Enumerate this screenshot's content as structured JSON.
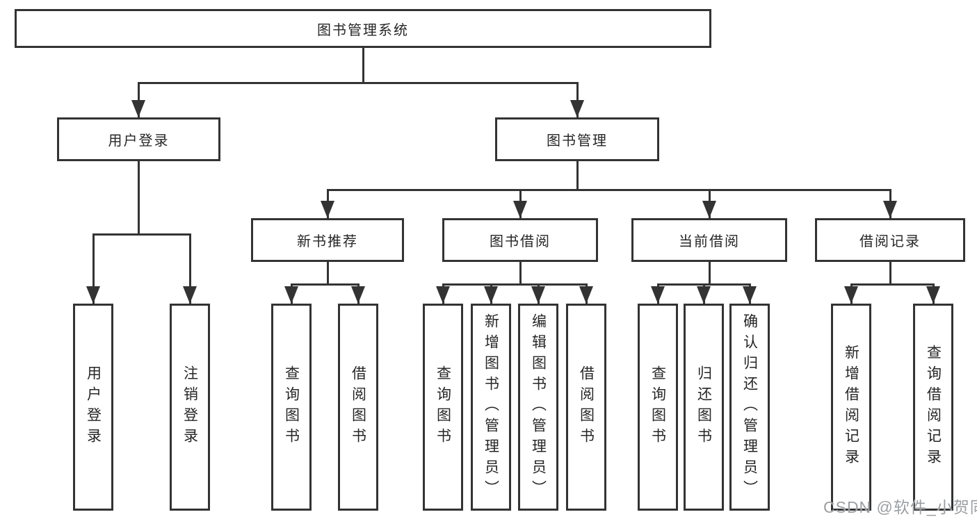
{
  "tree": {
    "root": {
      "label": "图书管理系统"
    },
    "branches": [
      {
        "label": "用户登录",
        "children": [
          {
            "label": "用户登录"
          },
          {
            "label": "注销登录"
          }
        ]
      },
      {
        "label": "图书管理",
        "children": [
          {
            "label": "新书推荐",
            "children": [
              {
                "label": "查询图书"
              },
              {
                "label": "借阅图书"
              }
            ]
          },
          {
            "label": "图书借阅",
            "children": [
              {
                "label": "查询图书"
              },
              {
                "label": "新增图书（管理员）"
              },
              {
                "label": "编辑图书（管理员）"
              },
              {
                "label": "借阅图书"
              }
            ]
          },
          {
            "label": "当前借阅",
            "children": [
              {
                "label": "查询图书"
              },
              {
                "label": "归还图书"
              },
              {
                "label": "确认归还（管理员）"
              }
            ]
          },
          {
            "label": "借阅记录",
            "children": [
              {
                "label": "新增借阅记录"
              },
              {
                "label": "查询借阅记录"
              }
            ]
          }
        ]
      }
    ]
  },
  "watermark": "CSDN @软件_小贺同学",
  "colors": {
    "line": "#333333",
    "text": "#262626",
    "background": "#ffffff",
    "watermark": "#9b9fa3"
  }
}
